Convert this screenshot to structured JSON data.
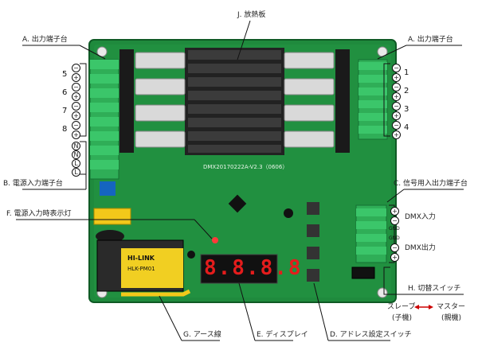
{
  "labels": {
    "heatsink": "J. 放熱板",
    "out_left": "A. 出力端子台",
    "out_right": "A. 出力端子台",
    "power": "B. 電源入力端子台",
    "signal": "C. 信号用入出力端子台",
    "lamp": "F. 電源入力時表示灯",
    "switch": "H. 切替スイッチ",
    "ground": "G. アース線",
    "display": "E. ディスプレイ",
    "address": "D. アドレス設定スイッチ",
    "dmx_in": "DMX入力",
    "dmx_out": "DMX出力",
    "slave": "スレーブ",
    "slave_sub": "(子機)",
    "master": "マスター",
    "master_sub": "(親機)",
    "gnd1": "GND",
    "gnd2": "GND"
  },
  "channels_left": [
    "5",
    "6",
    "7",
    "8"
  ],
  "channels_right": [
    "1",
    "2",
    "3",
    "4"
  ],
  "power_symbols": [
    "N",
    "N",
    "L",
    "L"
  ],
  "board": {
    "model": "DMX20170222A-V2.3（0606）",
    "display_text": "8.8.8.8",
    "module_brand": "HI-LINK",
    "module_model": "HLK-PM01"
  },
  "colors": {
    "pcb": "#1f8a3d",
    "terminal": "#2fae57",
    "heatsink": "#1a1a1a",
    "display": "#d81e1e"
  }
}
